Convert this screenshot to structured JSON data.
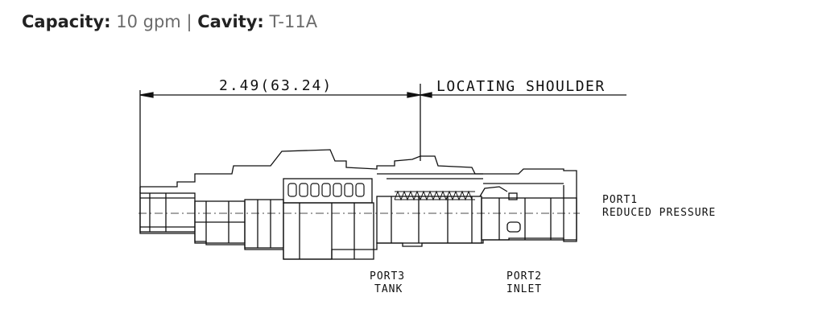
{
  "specs": {
    "capacity_label": "Capacity:",
    "capacity_value": "10 gpm",
    "separator": "|",
    "cavity_label": "Cavity:",
    "cavity_value": "T-11A"
  },
  "drawing": {
    "dimension_label": "2.49(63.24)",
    "locating_shoulder_label": "LOCATING SHOULDER",
    "port1_line1": "PORT1",
    "port1_line2": "REDUCED PRESSURE",
    "port3_line1": "PORT3",
    "port3_line2": "TANK",
    "port2_line1": "PORT2",
    "port2_line2": "INLET"
  }
}
